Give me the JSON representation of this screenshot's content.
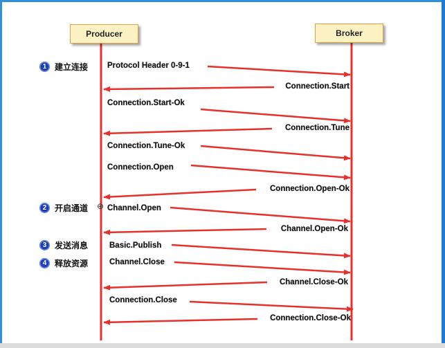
{
  "participants": {
    "producer": "Producer",
    "broker": "Broker"
  },
  "steps": [
    {
      "num": "1",
      "label": "建立连接"
    },
    {
      "num": "2",
      "label": "开启通道"
    },
    {
      "num": "3",
      "label": "发送消息"
    },
    {
      "num": "4",
      "label": "释放资源"
    }
  ],
  "messages": [
    {
      "text": "Protocol Header 0-9-1",
      "direction": "to-broker"
    },
    {
      "text": "Connection.Start",
      "direction": "to-producer"
    },
    {
      "text": "Connection.Start-Ok",
      "direction": "to-broker"
    },
    {
      "text": "Connection.Tune",
      "direction": "to-producer"
    },
    {
      "text": "Connection.Tune-Ok",
      "direction": "to-broker"
    },
    {
      "text": "Connection.Open",
      "direction": "to-broker"
    },
    {
      "text": "Connection.Open-Ok",
      "direction": "to-producer"
    },
    {
      "text": "Channel.Open",
      "direction": "to-broker"
    },
    {
      "text": "Channel.Open-Ok",
      "direction": "to-producer"
    },
    {
      "text": "Basic.Publish",
      "direction": "to-broker"
    },
    {
      "text": "Channel.Close",
      "direction": "to-broker"
    },
    {
      "text": "Channel.Close-Ok",
      "direction": "to-producer"
    },
    {
      "text": "Connection.Close",
      "direction": "to-broker"
    },
    {
      "text": "Connection.Close-Ok",
      "direction": "to-producer"
    }
  ],
  "colors": {
    "arrow": "#e8302a",
    "lifeline": "#e8302a",
    "participant_fill": "#fdf2c4",
    "step_badge": "#1b3fb6"
  },
  "icons": {
    "cursor": "zoom-cursor-icon"
  }
}
